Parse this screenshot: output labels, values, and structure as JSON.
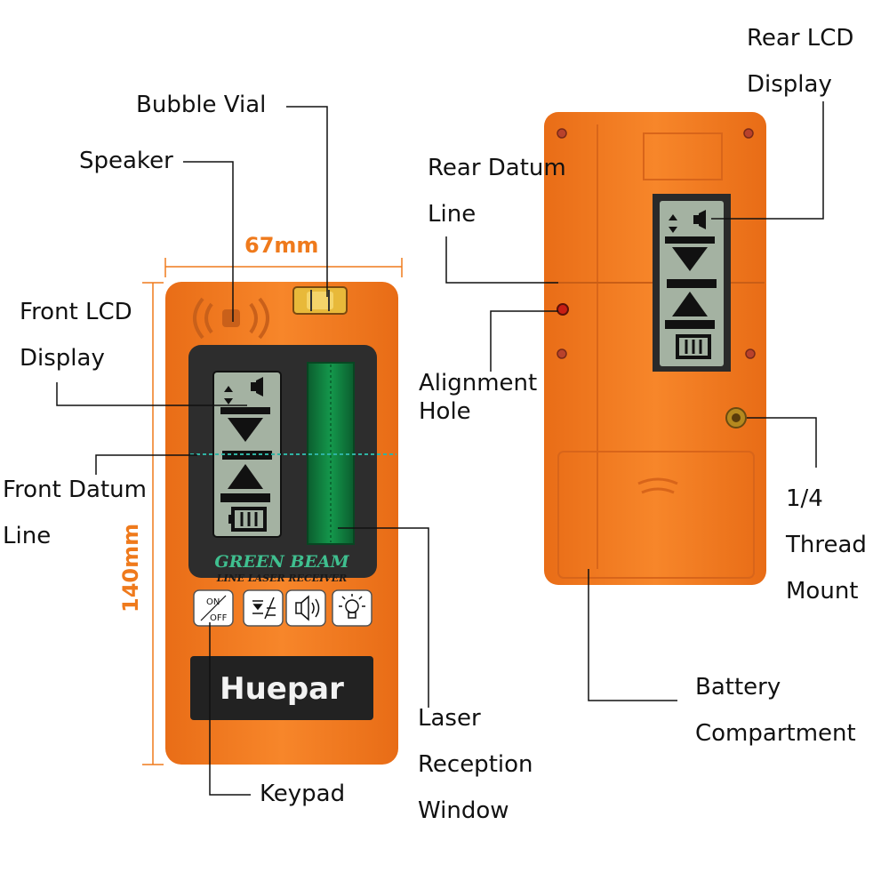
{
  "dimensions": {
    "width": "67mm",
    "height": "140mm"
  },
  "labels": {
    "bubble_vial": "Bubble Vial",
    "speaker": "Speaker",
    "front_lcd": [
      "Front LCD",
      "Display"
    ],
    "front_datum": [
      "Front Datum",
      "Line"
    ],
    "keypad": "Keypad",
    "laser_window": [
      "Laser",
      "Reception",
      "Window"
    ],
    "rear_lcd": [
      "Rear LCD",
      "Display"
    ],
    "rear_datum": [
      "Rear Datum",
      "Line"
    ],
    "alignment_hole": [
      "Alignment",
      "Hole"
    ],
    "thread_mount": [
      "1/4",
      "Thread",
      "Mount"
    ],
    "battery": [
      "Battery",
      "Compartment"
    ]
  },
  "device": {
    "model_line1": "GREEN BEAM",
    "model_line2": "LINE LASER RECEIVER",
    "brand": "Huepar",
    "keys": [
      "ON/OFF",
      "datum-toggle-icon",
      "volume-icon",
      "backlight-icon"
    ]
  },
  "colors": {
    "body": "#f47d22",
    "accent": "#ef7a1c",
    "lcd": "#a4b2a2",
    "window": "#0f7f3f",
    "dark": "#2a2a2a"
  }
}
